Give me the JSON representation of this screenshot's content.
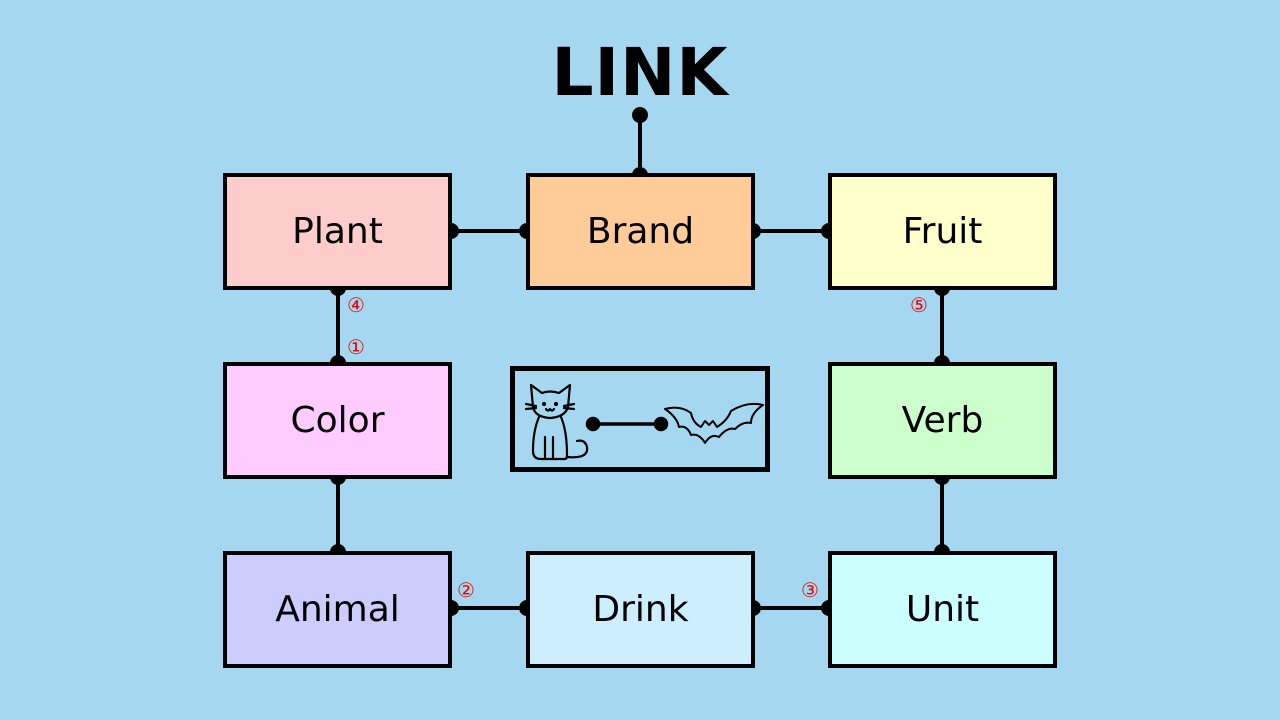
{
  "title": "LINK",
  "colors": {
    "background": "#a5d8f0",
    "plant": "#ffcccc",
    "brand": "#ffcc99",
    "fruit": "#ffffcc",
    "color": "#ffccff",
    "verb": "#ccffcc",
    "animal": "#ccccff",
    "drink": "#cceeff",
    "unit": "#ccffff",
    "marker": "#e00000"
  },
  "boxes": {
    "plant": "Plant",
    "brand": "Brand",
    "fruit": "Fruit",
    "color": "Color",
    "verb": "Verb",
    "animal": "Animal",
    "drink": "Drink",
    "unit": "Unit"
  },
  "markers": {
    "m1": "①",
    "m2": "②",
    "m3": "③",
    "m4": "④",
    "m5": "⑤"
  },
  "center_panel": {
    "left_icon": "cat-icon",
    "right_icon": "bat-icon"
  }
}
